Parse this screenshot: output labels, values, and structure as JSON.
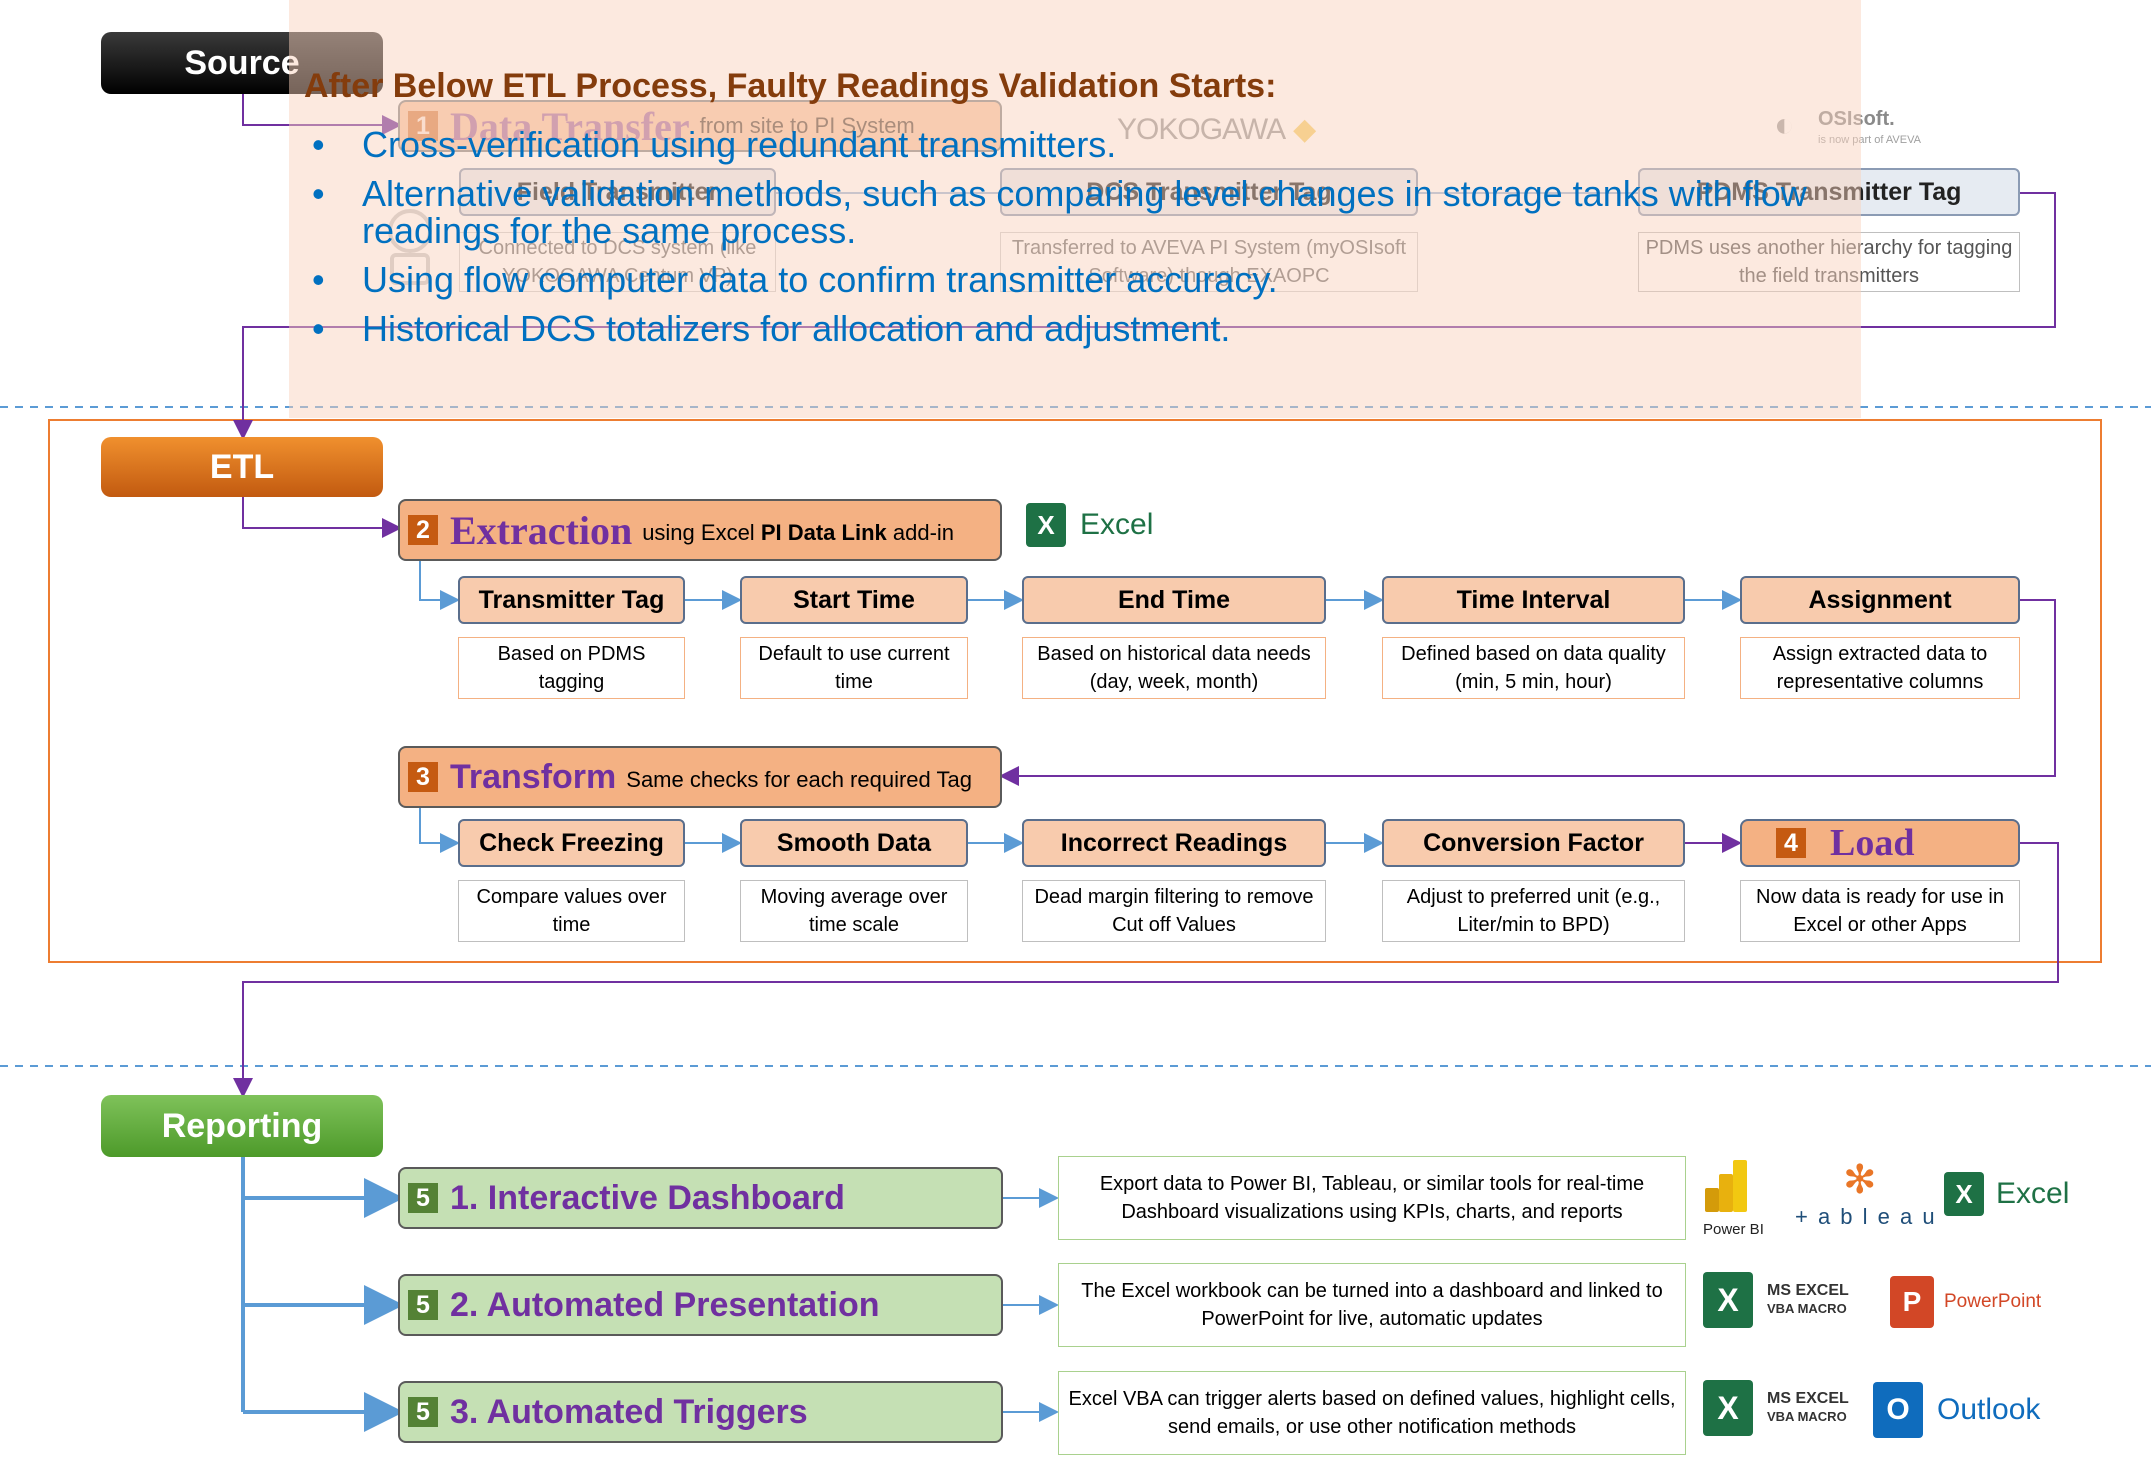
{
  "sections": {
    "source": "Source",
    "etl": "ETL",
    "reporting": "Reporting"
  },
  "overlay": {
    "heading": "After Below ETL Process, Faulty Readings Validation Starts:",
    "bullets": [
      "Cross-verification using redundant transmitters.",
      "Alternative validation methods, such as comparing level changes in storage tanks with flow readings for the same process.",
      "Using flow computer data to confirm transmitter accuracy.",
      "Historical DCS totalizers for allocation and adjustment."
    ]
  },
  "stage1": {
    "number": "1",
    "title": "Data Transfer",
    "subtitle": "from site to PI System",
    "steps": [
      {
        "label": "Field Transmitter",
        "desc": "Connected to DCS system (like YOKOGAWA Centum VP)"
      },
      {
        "label": "DCS Transmitter Tag",
        "desc": "Transferred to AVEVA PI System (myOSIsoft Software) though EXAOPC"
      },
      {
        "label": "PDMS Transmitter Tag",
        "desc": "PDMS uses another hierarchy for tagging the field transmitters"
      }
    ],
    "logos": {
      "yokogawa": "YOKOGAWA",
      "osisoft": "OSIsoft.",
      "osisoft_sub": "is now part of AVEVA"
    }
  },
  "stage2": {
    "number": "2",
    "title": "Extraction",
    "subtitle_pre": "using Excel",
    "subtitle_bold": "PI Data Link",
    "subtitle_post": "add-in",
    "logo": "Excel",
    "steps": [
      {
        "label": "Transmitter Tag",
        "desc": "Based on PDMS tagging"
      },
      {
        "label": "Start Time",
        "desc": "Default to use current time"
      },
      {
        "label": "End Time",
        "desc": "Based on historical data needs (day, week, month)"
      },
      {
        "label": "Time Interval",
        "desc": "Defined based on data quality (min, 5 min, hour)"
      },
      {
        "label": "Assignment",
        "desc": "Assign extracted data to representative columns"
      }
    ]
  },
  "stage3": {
    "number": "3",
    "title": "Transform",
    "subtitle": "Same checks for each required Tag",
    "steps": [
      {
        "label": "Check Freezing",
        "desc": "Compare values over time"
      },
      {
        "label": "Smooth Data",
        "desc": "Moving average over time scale"
      },
      {
        "label": "Incorrect Readings",
        "desc": "Dead margin filtering to remove Cut off Values"
      },
      {
        "label": "Conversion Factor",
        "desc": "Adjust to preferred unit (e.g., Liter/min to BPD)"
      }
    ]
  },
  "stage4": {
    "number": "4",
    "title": "Load",
    "desc": "Now data is ready for use in Excel or other Apps"
  },
  "reporting": [
    {
      "number": "5",
      "title": "1. Interactive Dashboard",
      "desc": "Export data to Power BI, Tableau, or similar tools for real-time Dashboard visualizations using KPIs, charts, and reports"
    },
    {
      "number": "5",
      "title": "2. Automated Presentation",
      "desc": "The Excel workbook can be turned into a dashboard and linked to PowerPoint for live, automatic updates"
    },
    {
      "number": "5",
      "title": "3. Automated Triggers",
      "desc": "Excel VBA can trigger alerts based on defined values, highlight cells, send emails, or use other notification methods"
    }
  ],
  "report_logos": {
    "powerbi": "Power BI",
    "tableau": "+ a b l e a u",
    "excel": "Excel",
    "vba_line1": "MS EXCEL",
    "vba_line2": "VBA MACRO",
    "powerpoint": "PowerPoint",
    "outlook": "Outlook"
  },
  "colors": {
    "purple": "#7030a0",
    "orange": "#c55a11",
    "green": "#548235",
    "arrow_blue": "#5b9bd5",
    "dashed": "#5b9bd5"
  }
}
